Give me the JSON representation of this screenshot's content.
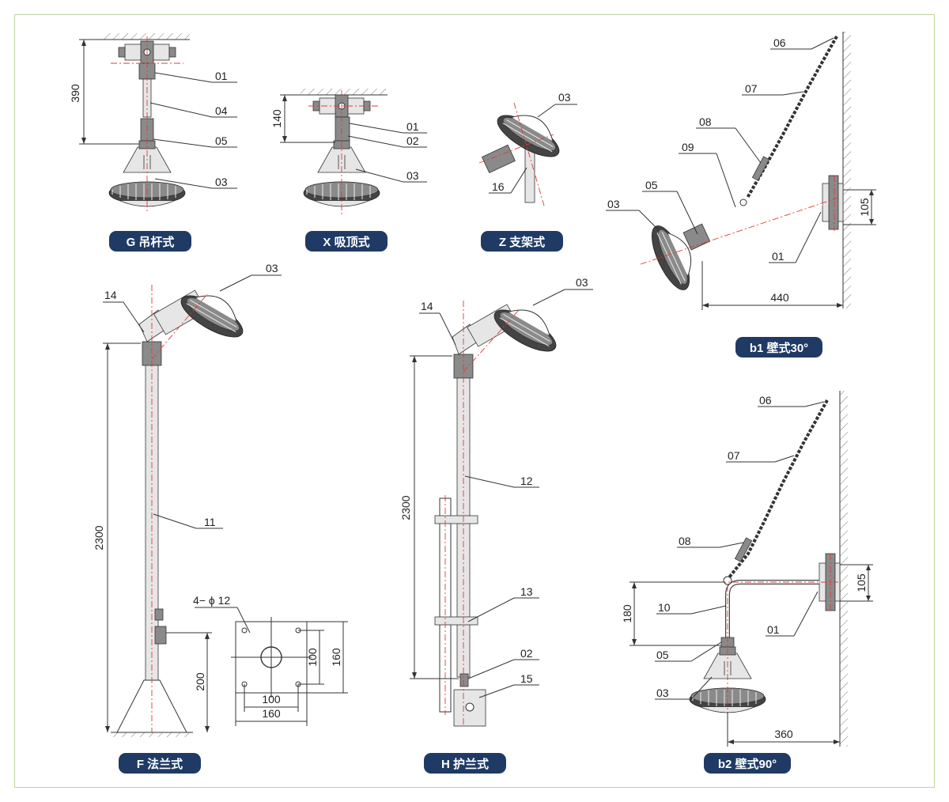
{
  "colors": {
    "pill": "#1f3a64",
    "frame": "#b9d79a",
    "centerline": "#e53935"
  },
  "captions": {
    "g": "G 吊杆式",
    "x": "X 吸顶式",
    "z": "Z 支架式",
    "b1": "b1 壁式30°",
    "f": "F 法兰式",
    "h": "H 护兰式",
    "b2": "b2 壁式90°"
  },
  "callouts": {
    "g": [
      "01",
      "04",
      "05",
      "03"
    ],
    "x": [
      "01",
      "02",
      "03"
    ],
    "z": [
      "03",
      "16"
    ],
    "b1": [
      "06",
      "07",
      "08",
      "09",
      "05",
      "03",
      "01"
    ],
    "f": [
      "03",
      "14",
      "11"
    ],
    "h": [
      "03",
      "14",
      "12",
      "13",
      "02",
      "15"
    ],
    "b2": [
      "06",
      "07",
      "08",
      "10",
      "05",
      "03",
      "01"
    ]
  },
  "dimensions": {
    "g_height": "390",
    "x_height": "140",
    "b1_length": "440",
    "b1_height": "105",
    "f_height": "2300",
    "f_base": "200",
    "f_holes": "4− ϕ 12",
    "f_plate_inner_v": "100",
    "f_plate_outer_v": "160",
    "f_plate_inner_h": "100",
    "f_plate_outer_h": "160",
    "h_height": "2300",
    "b2_drop": "180",
    "b2_height": "105",
    "b2_length": "360"
  }
}
